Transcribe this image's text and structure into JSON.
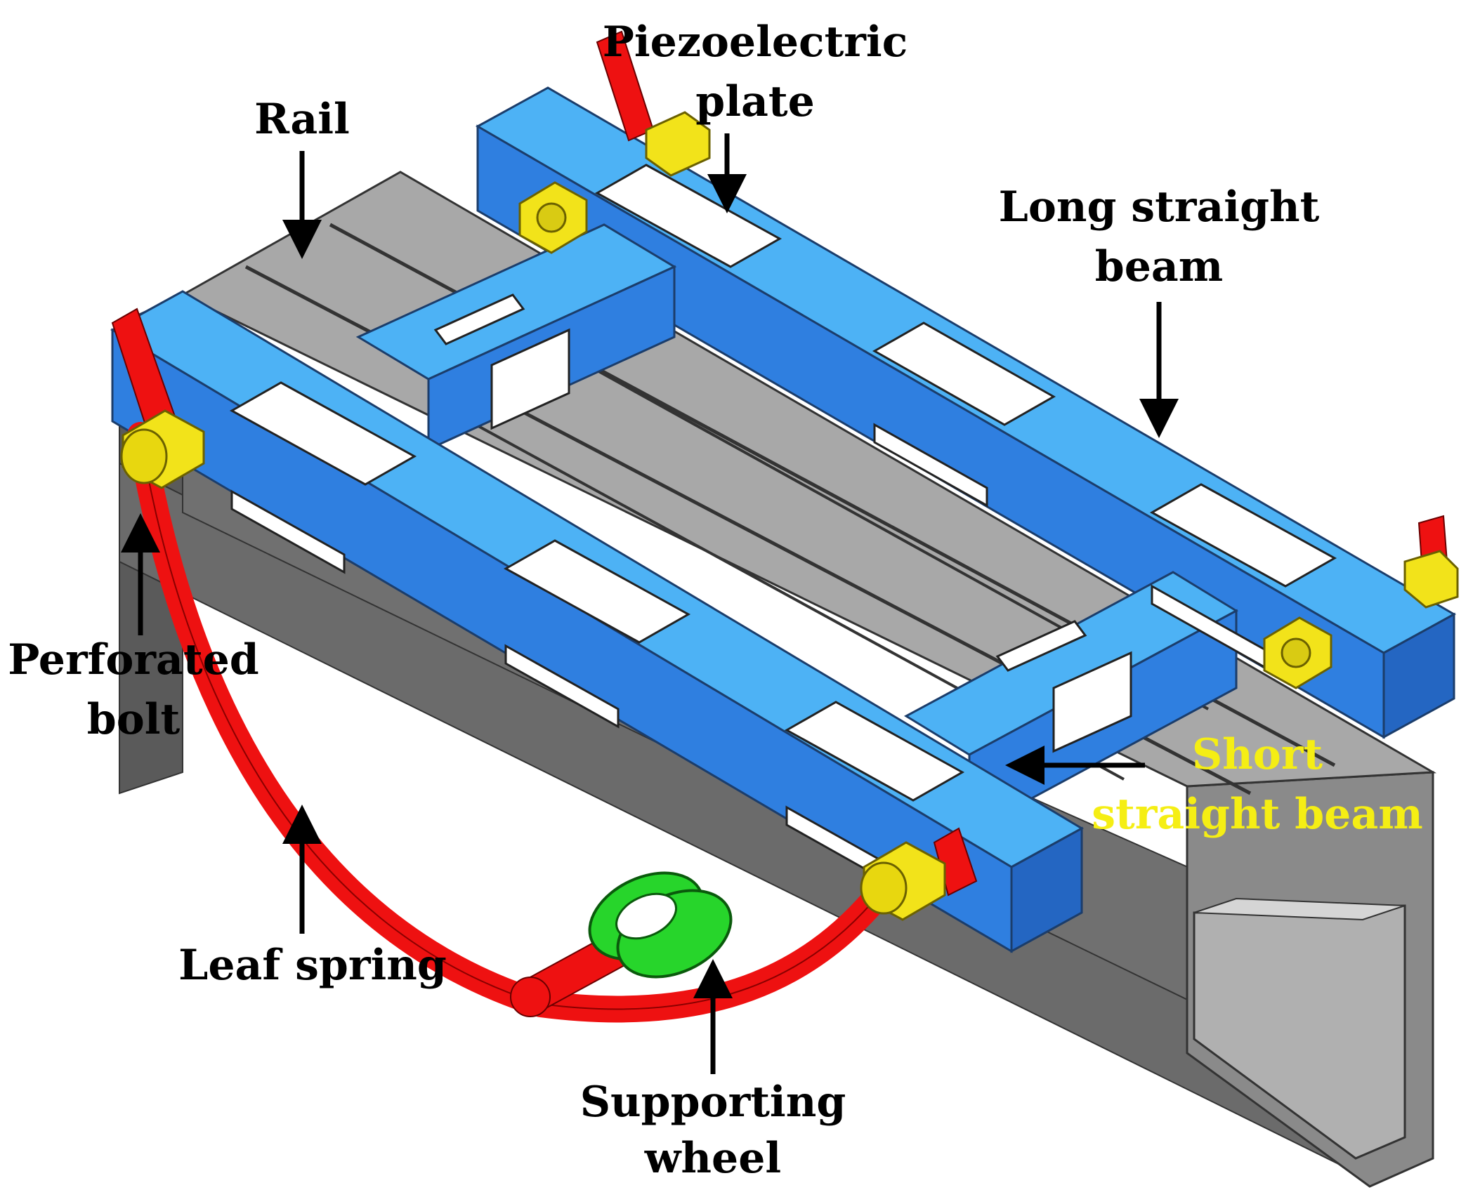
{
  "labels": {
    "rail": "Rail",
    "piezo_line1": "Piezoelectric",
    "piezo_line2": "plate",
    "long_beam_line1": "Long straight",
    "long_beam_line2": "beam",
    "short_beam_line1": "Short",
    "short_beam_line2": "straight beam",
    "bolt_line1": "Perforated",
    "bolt_line2": "bolt",
    "leaf_spring": "Leaf spring",
    "wheel_line1": "Supporting",
    "wheel_line2": "wheel"
  },
  "colors": {
    "rail_dark": "#6e6e6e",
    "rail_mid": "#8c8c8c",
    "rail_top": "#a9a9a9",
    "beam_top": "#4db2f5",
    "beam_front": "#2f7fe0",
    "plate": "#ffffff",
    "spring": "#ee1111",
    "bolt": "#f2e31a",
    "wheel": "#27d52b",
    "short_beam_label": "#f5ee14"
  }
}
